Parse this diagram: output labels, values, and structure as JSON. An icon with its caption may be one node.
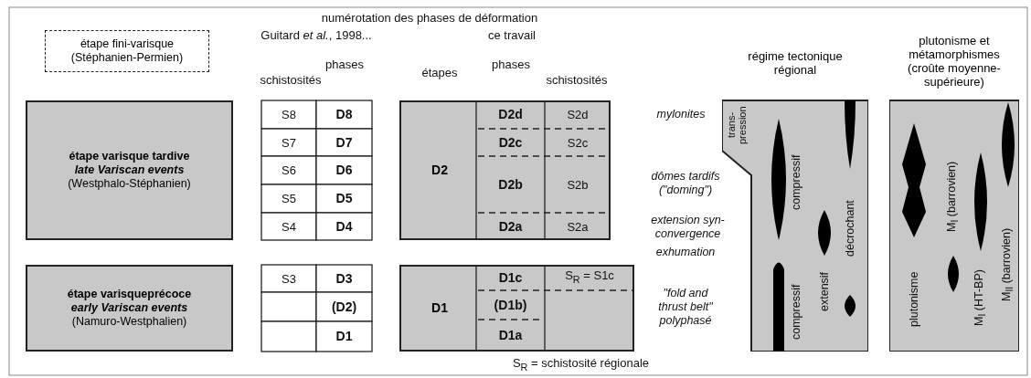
{
  "diagram": {
    "nodes": [
      {
        "text": [
          "étape fini-varisque",
          "(Stéphanien-Permien)"
        ]
      },
      {
        "text": [
          "étape varisque tardive",
          "late Variscan events",
          "(Westphalo-Stéphanien)"
        ]
      },
      {
        "text": [
          "étape varisqueprécoce",
          "early Variscan events",
          "(Namuro-Westphalien)"
        ]
      },
      {
        "text": [
          "D2"
        ]
      },
      {
        "text": [
          "D1"
        ]
      },
      {
        "text": [
          "régime tectonique régional"
        ]
      },
      {
        "text": [
          "plutonisme et métamorphismes (croûte moyenne-supérieure)"
        ]
      }
    ],
    "labels": [
      "numérotation des phases de déformation",
      "Guitard *et al.*, 1998...",
      "ce travail",
      "phases",
      "schistosités",
      "étapes",
      "phases",
      "schistosités",
      "S8",
      "D8",
      "S7",
      "D7",
      "S6",
      "D6",
      "S5",
      "D5",
      "S4",
      "D4",
      "S3",
      "D3",
      "(D2)",
      "D1",
      "D2d",
      "S2d",
      "D2c",
      "S2c",
      "D2b",
      "S2b",
      "D2a",
      "S2a",
      "D1c",
      "S$_{R}$ = S1c",
      "(D1b)",
      "D1a",
      "mylonites",
      "dômes tardifs (\"doming\")",
      "extension syn-convergence",
      "exhumation",
      "\"fold and thrust belt\" polyphasé",
      "trans-pression",
      "compressif",
      "compressif",
      "extensif",
      "décrochant",
      "plutonisme",
      "M$_{I}$ (barrovien)",
      "M$_{I}$ (HT-BP)",
      "M$_{II}$ (barrovien)",
      "S$_{R}$ = schistosité régionale"
    ]
  }
}
